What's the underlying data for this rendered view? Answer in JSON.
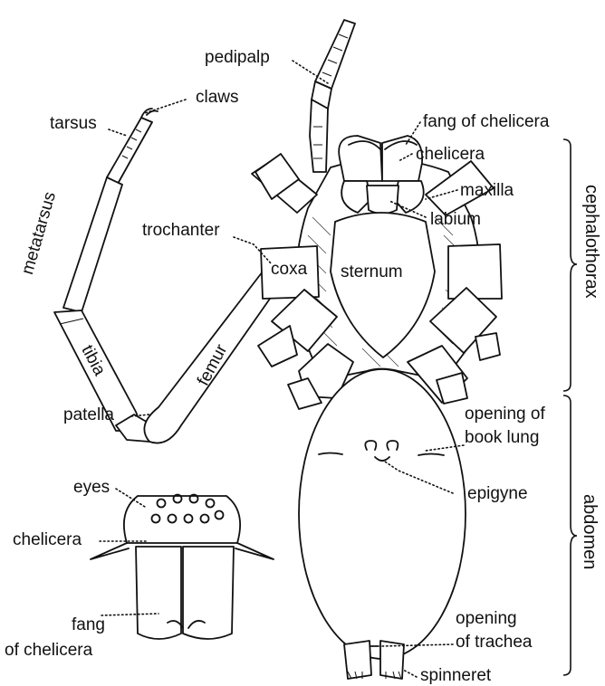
{
  "labels": {
    "pedipalp": "pedipalp",
    "claws": "claws",
    "tarsus": "tarsus",
    "metatarsus": "metatarsus",
    "trochanter": "trochanter",
    "tibia": "tibia",
    "femur": "femur",
    "patella": "patella",
    "coxa": "coxa",
    "sternum": "sternum",
    "fang_of_chelicera_top": "fang of chelicera",
    "chelicera_top": "chelicera",
    "maxilla": "maxilla",
    "labium": "labium",
    "cephalothorax": "cephalothorax",
    "opening_of_book_lung_1": "opening of",
    "opening_of_book_lung_2": "book lung",
    "epigyne": "epigyne",
    "abdomen": "abdomen",
    "opening_of_trachea_1": "opening",
    "opening_of_trachea_2": "of trachea",
    "spinneret": "spinneret",
    "eyes": "eyes",
    "chelicera_bottom": "chelicera",
    "fang_bottom_1": "fang",
    "fang_bottom_2": "of chelicera"
  }
}
